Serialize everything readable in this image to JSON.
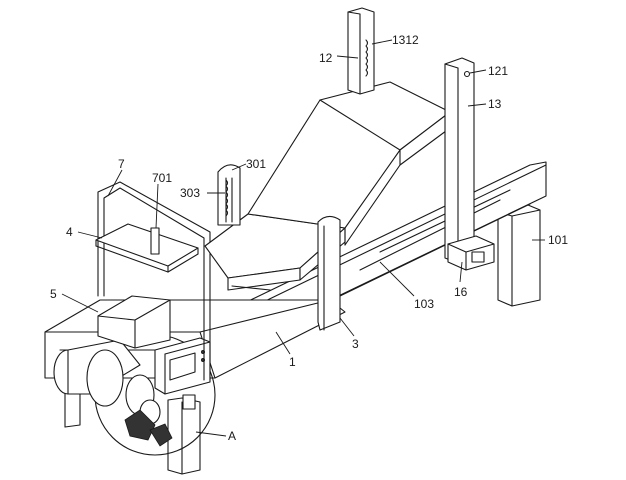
{
  "labels": {
    "l1312": "1312",
    "l12": "12",
    "l121": "121",
    "l13": "13",
    "l301": "301",
    "l303": "303",
    "l701": "701",
    "l7": "7",
    "l4": "4",
    "l5": "5",
    "l101": "101",
    "l103": "103",
    "l16": "16",
    "l3": "3",
    "l1": "1",
    "lA": "A"
  }
}
